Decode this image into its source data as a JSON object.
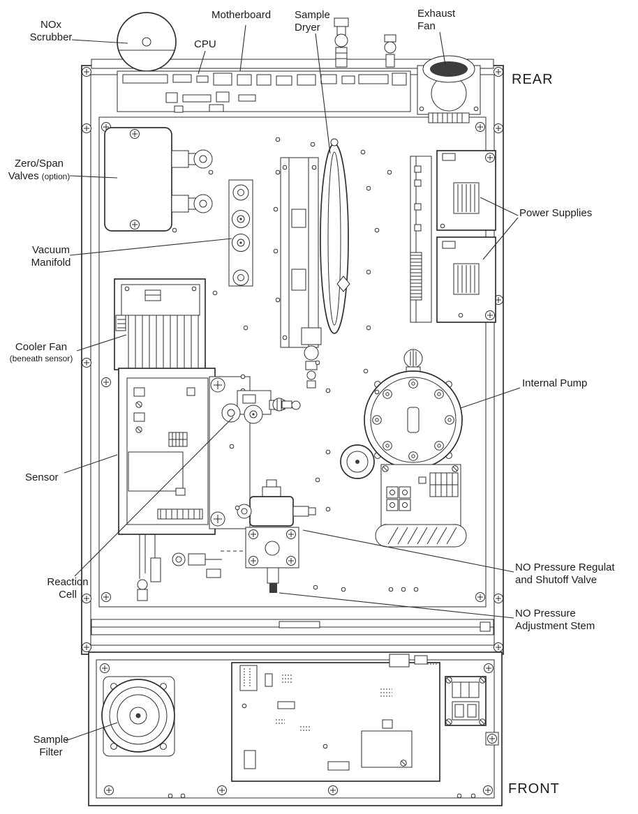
{
  "diagram": {
    "title_role": "analyzer internal component layout (top view)",
    "colors": {
      "ink": "#2e2e2e",
      "background": "#ffffff"
    },
    "orientation": {
      "rear": "REAR",
      "front": "FRONT"
    },
    "labels": {
      "nox_scrubber": "NOx\nScrubber",
      "cpu": "CPU",
      "motherboard": "Motherboard",
      "sample_dryer": "Sample\nDryer",
      "exhaust_fan": "Exhaust\nFan",
      "zero_span_valves": "Zero/Span\nValves",
      "zero_span_valves_option": "(option)",
      "vacuum_manifold": "Vacuum\nManifold",
      "cooler_fan": "Cooler Fan",
      "cooler_fan_note": "(beneath sensor)",
      "sensor": "Sensor",
      "reaction_cell": "Reaction\nCell",
      "sample_filter": "Sample\nFilter",
      "power_supplies": "Power Supplies",
      "internal_pump": "Internal Pump",
      "no_pressure_regulator": "NO Pressure Regulat\nand Shutoff Valve",
      "no_pressure_adjustment": "NO Pressure\nAdjustment Stem"
    }
  }
}
